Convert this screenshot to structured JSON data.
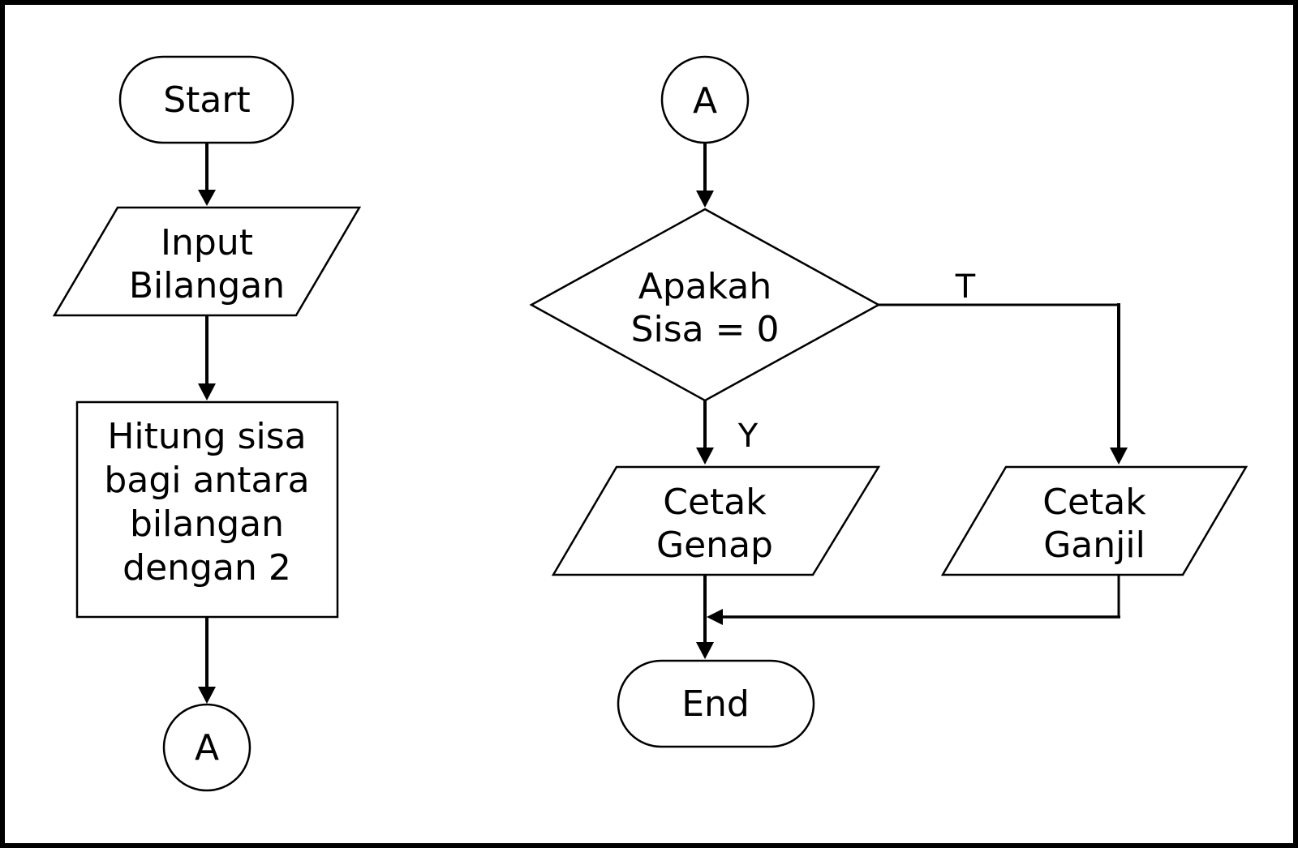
{
  "flowchart": {
    "left": {
      "start": "Start",
      "input": [
        "Input",
        "Bilangan"
      ],
      "process": [
        "Hitung sisa",
        "bagi antara",
        "bilangan",
        "dengan 2"
      ],
      "connector": "A"
    },
    "right": {
      "connector": "A",
      "decision": [
        "Apakah",
        "Sisa = 0"
      ],
      "yes_label": "Y",
      "no_label": "T",
      "output_even": [
        "Cetak",
        "Genap"
      ],
      "output_odd": [
        "Cetak",
        "Ganjil"
      ],
      "end": "End"
    }
  },
  "colors": {
    "border": "#000000",
    "background": "#ffffff",
    "stroke": "#000000"
  }
}
